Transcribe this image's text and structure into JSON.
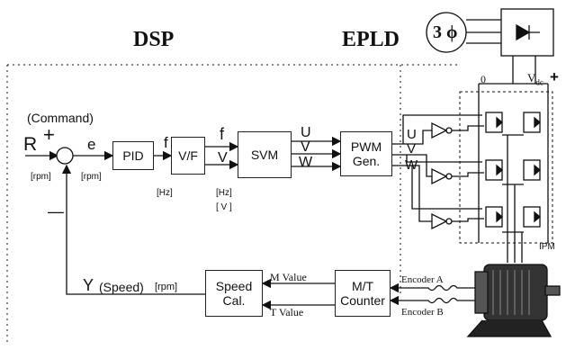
{
  "header": {
    "dsp": "DSP",
    "epld": "EPLD"
  },
  "power": {
    "three_phase": "3 ϕ",
    "zero": "0",
    "vdc": "V",
    "vdc_sub": "dc",
    "plus": "+"
  },
  "input": {
    "command": "(Command)",
    "r": "R",
    "plus": "+",
    "minus": "—",
    "r_unit": "[rpm]",
    "e": "e",
    "e_unit": "[rpm]"
  },
  "blocks": {
    "pid": "PID",
    "vf": "V/F",
    "svm": "SVM",
    "pwm_line1": "PWM",
    "pwm_line2": "Gen.",
    "speed_line1": "Speed",
    "speed_line2": "Cal.",
    "mt_line1": "M/T",
    "mt_line2": "Counter"
  },
  "signals": {
    "f1": "f",
    "f1_unit": "[Hz]",
    "f2": "f",
    "v2": "V",
    "f2_unit": "[Hz]",
    "v2_unit": "[ V ]",
    "u": "U",
    "v": "V",
    "w": "W",
    "u2": "U",
    "v2b": "V",
    "w2": "W"
  },
  "feedback": {
    "y": "Y",
    "speed": "(Speed)",
    "unit": "[rpm]",
    "m_value": "M Value",
    "t_value": "T Value"
  },
  "encoder": {
    "a": "Encoder A",
    "b": "Encoder B"
  },
  "ipm": "IPM"
}
